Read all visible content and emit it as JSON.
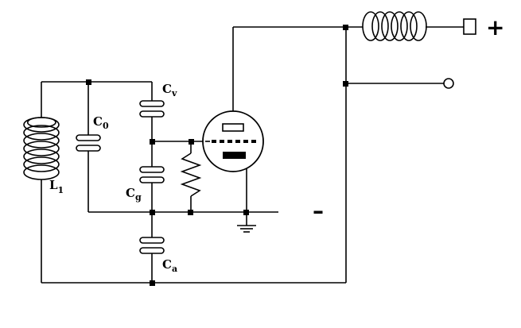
{
  "labels": {
    "cv": {
      "main": "C",
      "sub": "v"
    },
    "c0": {
      "main": "C",
      "sub": "0"
    },
    "cg": {
      "main": "C",
      "sub": "g"
    },
    "ca": {
      "main": "C",
      "sub": "a"
    },
    "l1": {
      "main": "L",
      "sub": "1"
    }
  },
  "terminals": {
    "plus": "+",
    "minus": "–"
  }
}
